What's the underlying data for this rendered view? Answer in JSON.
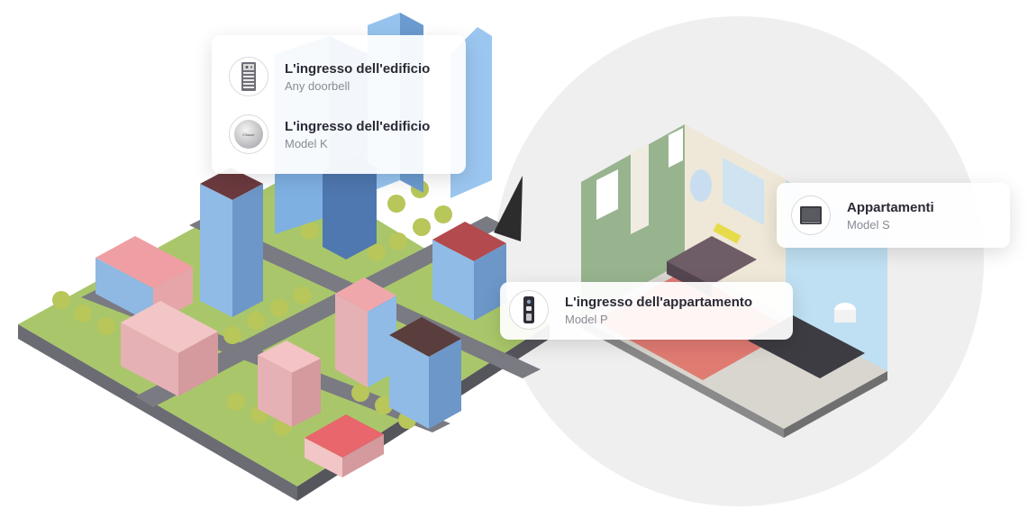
{
  "colors": {
    "grass": "#a9c76a",
    "road": "#77777f",
    "glass": "#8fbbe6",
    "pink": "#e6b1b4",
    "room_circle": "#eeeeee"
  },
  "building_entrance": {
    "items": [
      {
        "icon": "doorbell-panel-icon",
        "title": "L'ingresso dell'edificio",
        "subtitle": "Any doorbell"
      },
      {
        "icon": "model-k-device-icon",
        "title": "L'ingresso dell'edificio",
        "subtitle": "Model K",
        "icon_text": "Classic"
      }
    ]
  },
  "apartment": {
    "icon": "model-s-screen-icon",
    "title": "Appartamenti",
    "subtitle": "Model S"
  },
  "apartment_entrance": {
    "icon": "model-p-doorbell-icon",
    "title": "L'ingresso dell'appartamento",
    "subtitle": "Model P"
  }
}
